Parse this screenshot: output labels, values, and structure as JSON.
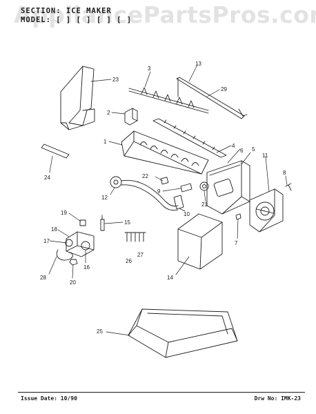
{
  "header": {
    "section": "SECTION: ICE MAKER",
    "model": "MODEL: [  ] [  ] [  ] [  ]"
  },
  "watermark": "AppliancePartsPros.com",
  "parts": [
    {
      "id": "p1",
      "number": "1"
    },
    {
      "id": "p2",
      "number": "2"
    },
    {
      "id": "p3",
      "number": "3"
    },
    {
      "id": "p4",
      "number": "4"
    },
    {
      "id": "p5",
      "number": "5"
    },
    {
      "id": "p6",
      "number": "6"
    },
    {
      "id": "p7",
      "number": "7"
    },
    {
      "id": "p8",
      "number": "8"
    },
    {
      "id": "p9",
      "number": "9"
    },
    {
      "id": "p10",
      "number": "10"
    },
    {
      "id": "p11",
      "number": "11"
    },
    {
      "id": "p12",
      "number": "12"
    },
    {
      "id": "p13",
      "number": "13"
    },
    {
      "id": "p14",
      "number": "14"
    },
    {
      "id": "p15",
      "number": "15"
    },
    {
      "id": "p16",
      "number": "16"
    },
    {
      "id": "p17",
      "number": "17"
    },
    {
      "id": "p18",
      "number": "18"
    },
    {
      "id": "p19",
      "number": "19"
    },
    {
      "id": "p20",
      "number": "20"
    },
    {
      "id": "p21",
      "number": "21"
    },
    {
      "id": "p22",
      "number": "22"
    },
    {
      "id": "p23",
      "number": "23"
    },
    {
      "id": "p24",
      "number": "24"
    },
    {
      "id": "p25",
      "number": "25"
    },
    {
      "id": "p26",
      "number": "26"
    },
    {
      "id": "p27",
      "number": "27"
    },
    {
      "id": "p28",
      "number": "28"
    },
    {
      "id": "p29",
      "number": "29"
    }
  ],
  "footer": {
    "issue": "Issue Date: 10/90",
    "drawing": "Drw No: IMK-23"
  }
}
